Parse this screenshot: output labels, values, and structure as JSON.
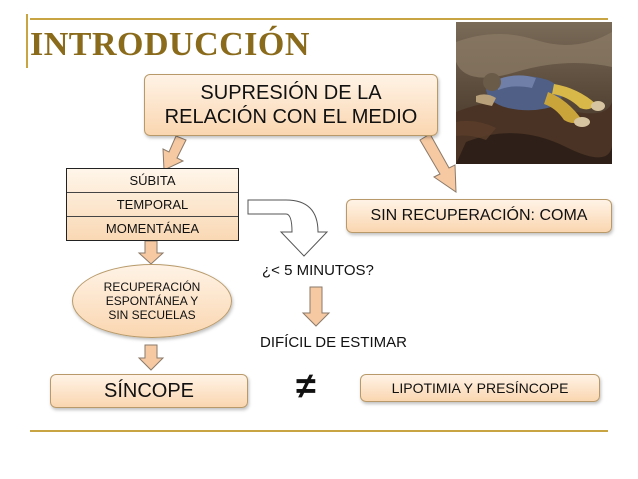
{
  "title": "INTRODUCCIÓN",
  "main_box": {
    "line1": "SUPRESIÓN DE LA",
    "line2": "RELACIÓN CON EL MEDIO"
  },
  "onset_table": [
    "SÚBITA",
    "TEMPORAL",
    "MOMENTÁNEA"
  ],
  "coma_box": "SIN RECUPERACIÓN: COMA",
  "duration_question": "¿< 5 MINUTOS?",
  "recovery_oval": [
    "RECUPERACIÓN",
    "ESPONTÁNEA Y",
    "SIN SECUELAS"
  ],
  "hard_to_estimate": "DIFÍCIL DE ESTIMAR",
  "syncope_box": "SÍNCOPE",
  "not_equal_symbol": "≠",
  "lipothymia_box": "LIPOTIMIA Y PRESÍNCOPE",
  "colors": {
    "accent_line": "#c9a443",
    "title": "#8a6a1b",
    "box_fill": "#fad6b0",
    "arrow_fill": "#f6c9a2"
  }
}
